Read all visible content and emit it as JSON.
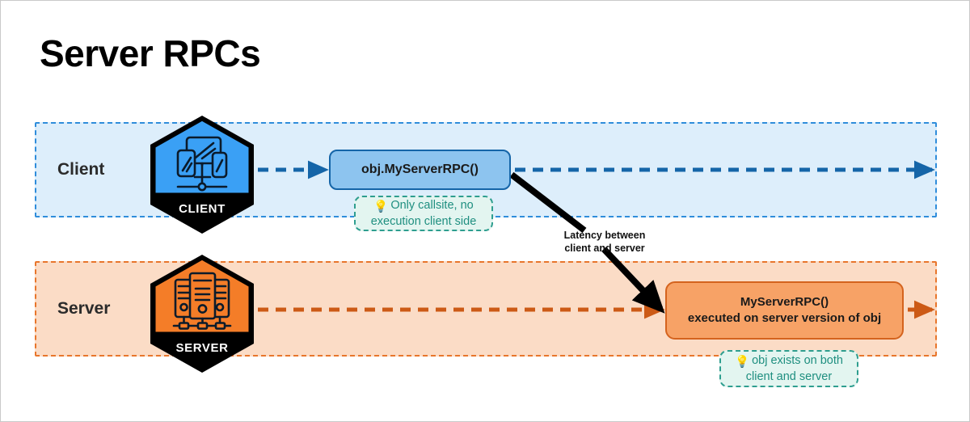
{
  "page": {
    "title": "Server RPCs",
    "background": "#ffffff",
    "frame_border_color": "#c9c9c9"
  },
  "colors": {
    "client_lane_fill": "#ddeefb",
    "client_lane_border": "#2f8ddb",
    "client_accent": "#1565a8",
    "client_box_fill": "#8dc4ef",
    "server_lane_fill": "#fbdcc6",
    "server_lane_border": "#e8762c",
    "server_accent": "#d4631e",
    "server_box_fill": "#f7a266",
    "note_fill": "#e3f5f0",
    "note_border": "#2e9e8f",
    "note_text": "#1f8f80",
    "latency_arrow": "#000000",
    "hex_client_fill": "#3aa0f5",
    "hex_server_fill": "#f47d28",
    "hex_caption_band": "#000000"
  },
  "lanes": {
    "client": {
      "label": "Client",
      "badge": {
        "caption": "CLIENT",
        "icon": "devices-monitor-icon"
      },
      "flow_arrow": "dashed-arrow-right"
    },
    "server": {
      "label": "Server",
      "badge": {
        "caption": "SERVER",
        "icon": "server-racks-icon"
      },
      "flow_arrow": "dashed-arrow-right"
    }
  },
  "boxes": {
    "client_rpc": {
      "label": "obj.MyServerRPC()"
    },
    "server_rpc": {
      "line1": "MyServerRPC()",
      "line2": "executed on server version of obj"
    }
  },
  "notes": {
    "client": {
      "pin": "💡",
      "line1": "Only callsite, no",
      "line2": "execution client side"
    },
    "server": {
      "pin": "💡",
      "line1": "obj exists on both",
      "line2": "client and server"
    }
  },
  "latency": {
    "line1": "Latency between",
    "line2": "client and server"
  }
}
